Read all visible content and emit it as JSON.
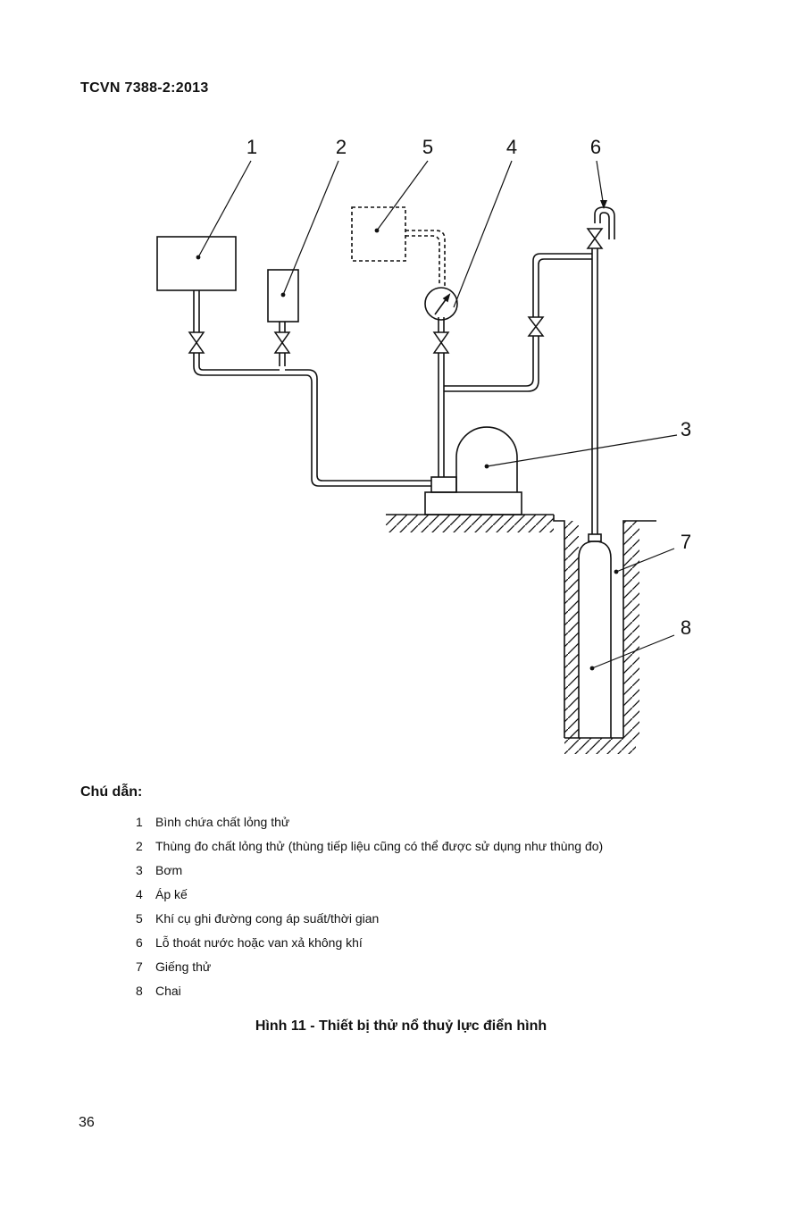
{
  "header": {
    "standard": "TCVN 7388-2:2013"
  },
  "figure": {
    "callouts": [
      "1",
      "2",
      "3",
      "4",
      "5",
      "6",
      "7",
      "8"
    ],
    "caption": "Hình 11 - Thiết bị thử nổ thuỷ lực điển hình"
  },
  "legend": {
    "title": "Chú dẫn:",
    "items": [
      {
        "num": "1",
        "text": "Bình chứa chất lỏng thử"
      },
      {
        "num": "2",
        "text": "Thùng đo chất lỏng thử (thùng tiếp liệu cũng có thể được sử dụng như thùng đo)"
      },
      {
        "num": "3",
        "text": "Bơm"
      },
      {
        "num": "4",
        "text": "Áp  kế"
      },
      {
        "num": "5",
        "text": "Khí cụ ghi đường cong áp suất/thời gian"
      },
      {
        "num": "6",
        "text": "Lỗ thoát nước hoặc van xả không khí"
      },
      {
        "num": "7",
        "text": "Giếng thử"
      },
      {
        "num": "8",
        "text": "Chai"
      }
    ]
  },
  "page_number": "36"
}
